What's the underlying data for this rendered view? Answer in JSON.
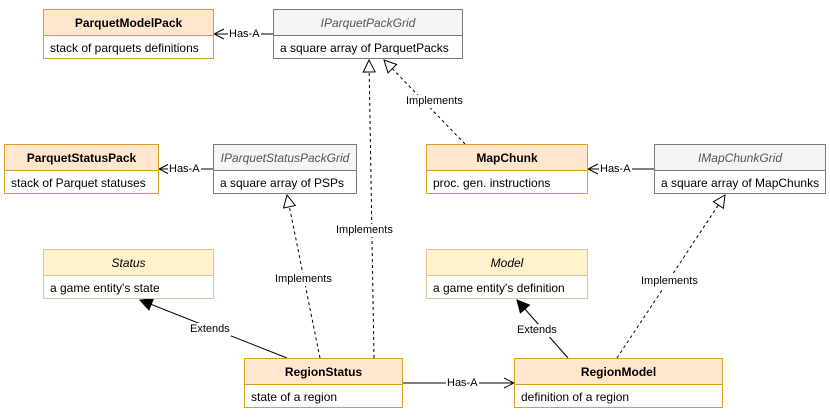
{
  "classes": {
    "parquet_model_pack": {
      "name": "ParquetModelPack",
      "desc": "stack of parquets definitions"
    },
    "iparquet_pack_grid": {
      "name": "IParquetPackGrid",
      "desc": "a square array of ParquetPacks"
    },
    "parquet_status_pack": {
      "name": "ParquetStatusPack",
      "desc": "stack of Parquet statuses"
    },
    "iparquet_status_pack_grid": {
      "name": "IParquetStatusPackGrid",
      "desc": "a square array of PSPs"
    },
    "map_chunk": {
      "name": "MapChunk",
      "desc": "proc. gen. instructions"
    },
    "imap_chunk_grid": {
      "name": "IMapChunkGrid",
      "desc": "a square array of MapChunks"
    },
    "status": {
      "name": "Status",
      "desc": "a game entity's state"
    },
    "model": {
      "name": "Model",
      "desc": "a game entity's definition"
    },
    "region_status": {
      "name": "RegionStatus",
      "desc": "state of a region"
    },
    "region_model": {
      "name": "RegionModel",
      "desc": "definition of a region"
    }
  },
  "relations": {
    "has_a": "Has-A",
    "implements": "Implements",
    "extends": "Extends"
  },
  "colors": {
    "concrete_fill": "#ffe6cc",
    "abstract_fill": "#fff2cc",
    "interface_fill": "#f5f5f5"
  }
}
